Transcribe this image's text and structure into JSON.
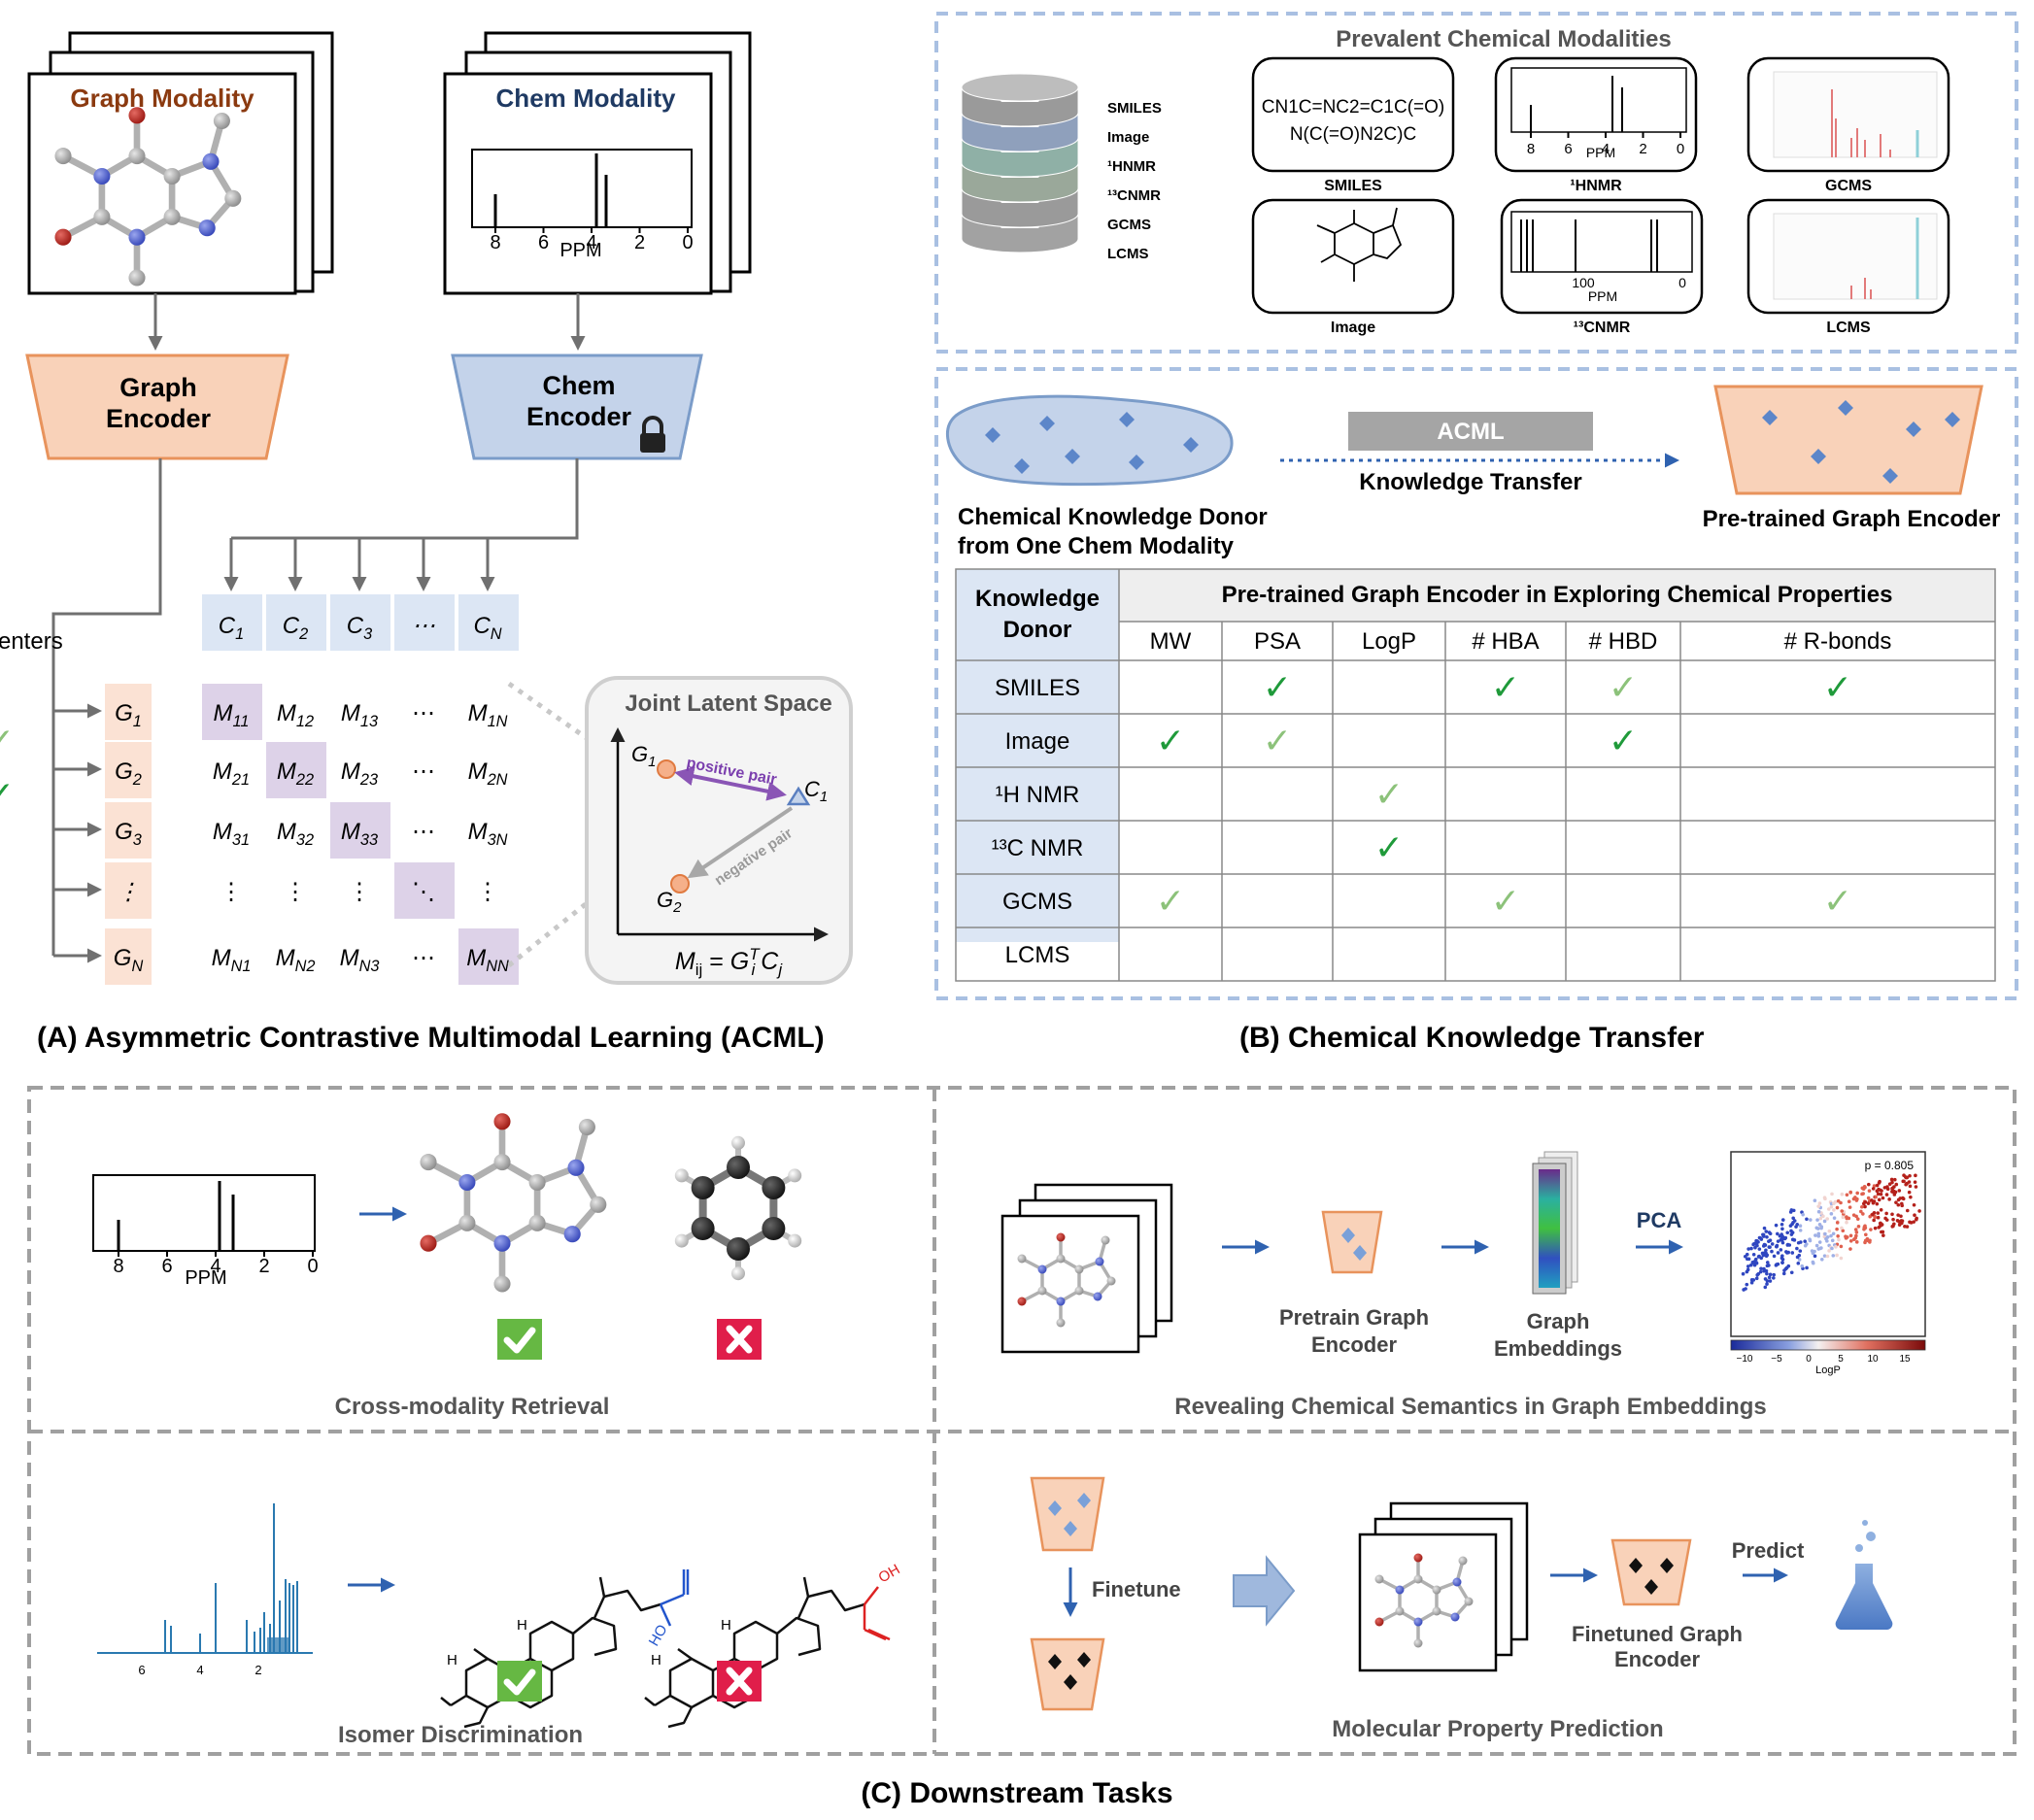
{
  "panelA": {
    "graph_modality_title": "Graph Modality",
    "chem_modality_title": "Chem Modality",
    "graph_encoder_label": [
      "Graph",
      "Encoder"
    ],
    "chem_encoder_label": [
      "Chem",
      "Encoder"
    ],
    "spectrum_ticks": [
      "8",
      "6",
      "4",
      "2",
      "0"
    ],
    "spectrum_axis_label": "PPM",
    "c_headers": [
      "C",
      "C",
      "C",
      "⋯",
      "C"
    ],
    "c_subs": [
      "1",
      "2",
      "3",
      "",
      "N"
    ],
    "g_rows": [
      "G",
      "G",
      "G",
      "⋮",
      "G"
    ],
    "g_subs": [
      "1",
      "2",
      "3",
      "",
      "N"
    ],
    "matrix": [
      [
        "M11",
        "M12",
        "M13",
        "⋯",
        "M1N"
      ],
      [
        "M21",
        "M22",
        "M23",
        "⋯",
        "M2N"
      ],
      [
        "M31",
        "M32",
        "M33",
        "⋯",
        "M3N"
      ],
      [
        "⋮",
        "⋮",
        "⋮",
        "⋱",
        "⋮"
      ],
      [
        "MN1",
        "MN2",
        "MN3",
        "⋯",
        "MNN"
      ]
    ],
    "joint_latent_title": "Joint Latent Space",
    "positive_pair": "positive pair",
    "negative_pair": "negative pair",
    "formula": "M_ij = G_i^T C_j",
    "caption": "(A) Asymmetric Contrastive Multimodal Learning (ACML)"
  },
  "panelB": {
    "modalities_title": "Prevalent Chemical Modalities",
    "db_labels": [
      "SMILES",
      "Image",
      "¹HNMR",
      "¹³CNMR",
      "GCMS",
      "LCMS"
    ],
    "smiles_text": [
      "CN1C=NC2=C1C(=O)",
      "N(C(=O)N2C)C"
    ],
    "card_labels": [
      "SMILES",
      "¹HNMR",
      "GCMS",
      "Image",
      "¹³CNMR",
      "LCMS"
    ],
    "hnmr_ticks": [
      "8",
      "6",
      "4",
      "2",
      "0"
    ],
    "hnmr_axis": "PPM",
    "cnmr_ticks": [
      "100",
      "0"
    ],
    "cnmr_axis": "PPM",
    "acml_label": "ACML",
    "knowledge_transfer": "Knowledge Transfer",
    "donor_label": [
      "Chemical Knowledge Donor",
      "from One Chem Modality"
    ],
    "pretrained_label": "Pre-trained Graph Encoder",
    "table_title": "Pre-trained Graph Encoder in Exploring Chemical Properties",
    "table_corner": [
      "Knowledge",
      "Donor"
    ],
    "columns": [
      "MW",
      "PSA",
      "LogP",
      "# HBA",
      "# HBD",
      "# R-bonds",
      "# C-Centers"
    ],
    "rows": [
      "SMILES",
      "Image",
      "¹H NMR",
      "¹³C NMR",
      "GCMS",
      "LCMS"
    ],
    "checks": [
      [
        0,
        2,
        0,
        2,
        1,
        2,
        0
      ],
      [
        2,
        1,
        0,
        0,
        2,
        0,
        1
      ],
      [
        0,
        0,
        1,
        0,
        0,
        0,
        2
      ],
      [
        0,
        0,
        2,
        0,
        0,
        0,
        0
      ],
      [
        1,
        0,
        0,
        1,
        0,
        1,
        0
      ],
      [
        0,
        0,
        0,
        0,
        0,
        0,
        0
      ]
    ],
    "check_glyph": "✓",
    "caption": "(B) Chemical Knowledge Transfer"
  },
  "panelC": {
    "cross_modality": "Cross-modality Retrieval",
    "revealing": "Revealing Chemical Semantics in Graph Embeddings",
    "isomer": "Isomer Discrimination",
    "property_prediction": "Molecular Property Prediction",
    "spectrum_ticks": [
      "8",
      "6",
      "4",
      "2",
      "0"
    ],
    "spectrum_axis": "PPM",
    "iso_ticks": [
      "6",
      "4",
      "2"
    ],
    "pretrain_encoder": [
      "Pretrain Graph",
      "Encoder"
    ],
    "graph_embeddings": [
      "Graph",
      "Embeddings"
    ],
    "pca": "PCA",
    "scatter_p": "p = 0.805",
    "colorbar_ticks": [
      "−10",
      "−5",
      "0",
      "5",
      "10",
      "15"
    ],
    "colorbar_label": "LogP",
    "finetune": "Finetune",
    "finetuned_encoder": [
      "Finetuned Graph",
      "Encoder"
    ],
    "predict": "Predict",
    "iso_labels": [
      "HO",
      "OH",
      "H",
      "H",
      "H",
      "H"
    ],
    "caption": "(C) Downstream Tasks"
  },
  "colors": {
    "graph_title": "#8b3a10",
    "chem_title": "#1f3a63",
    "orange_fill": "#f9d2b9",
    "orange_stroke": "#e8935c",
    "blue_fill": "#c4d3ea",
    "blue_stroke": "#7b9cc9",
    "c_header": "#dce6f4",
    "g_col": "#fbe2d4",
    "diag": "#ddd2e8",
    "dark_check": "#1f9a3a",
    "light_check": "#8cc27a",
    "green_box": "#66b843",
    "red_box": "#e01e4a",
    "arrow_blue": "#2f62b0"
  }
}
